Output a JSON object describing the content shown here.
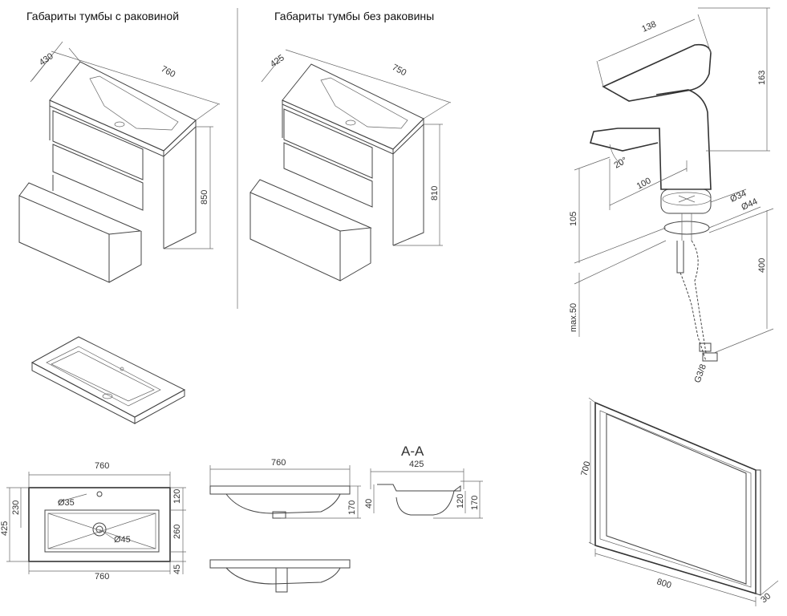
{
  "titles": {
    "with_sink": "Габариты тумбы с раковиной",
    "without_sink": "Габариты тумбы без раковины"
  },
  "cabinet_with_sink": {
    "depth": "430",
    "width": "760",
    "height": "850"
  },
  "cabinet_without_sink": {
    "depth": "425",
    "width": "750",
    "height": "810"
  },
  "faucet": {
    "length": "138",
    "height_top": "163",
    "angle": "20°",
    "reach": "100",
    "spout_height": "105",
    "hole_d1": "Ø34",
    "hole_d2": "Ø44",
    "max_thickness": "max.50",
    "hose_length": "400",
    "thread": "G3/8"
  },
  "sink_plan": {
    "width_top": "760",
    "width_bottom": "760",
    "depth": "425",
    "front_offset": "230",
    "hole_tap": "Ø35",
    "hole_drain": "Ø45",
    "seg_a": "120",
    "seg_b": "260",
    "seg_c": "45"
  },
  "sink_side": {
    "width": "760",
    "height": "170"
  },
  "section": {
    "label": "A-A",
    "depth": "425",
    "rim": "40",
    "bowl": "120",
    "total": "170"
  },
  "mirror": {
    "height": "700",
    "width": "800",
    "thickness": "30"
  }
}
